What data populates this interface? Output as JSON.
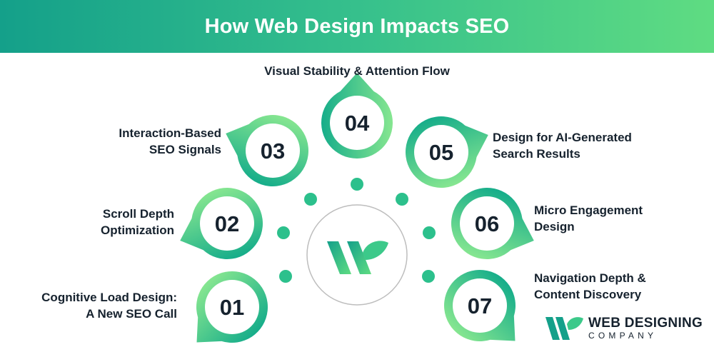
{
  "title": "How Web Design Impacts SEO",
  "colors": {
    "banner_start": "#14a08a",
    "banner_end": "#5fdc82",
    "ring_outer": "#1db58b",
    "ring_inner": "#7be08e",
    "dot": "#2cc08c",
    "text": "#16222e"
  },
  "steps": [
    {
      "number": "01",
      "label": "Cognitive Load Design:\nA New SEO Call"
    },
    {
      "number": "02",
      "label": "Scroll Depth\nOptimization"
    },
    {
      "number": "03",
      "label": "Interaction-Based\nSEO Signals"
    },
    {
      "number": "04",
      "label": "Visual Stability & Attention Flow"
    },
    {
      "number": "05",
      "label": "Design for AI-Generated\nSearch Results"
    },
    {
      "number": "06",
      "label": "Micro Engagement\nDesign"
    },
    {
      "number": "07",
      "label": "Navigation Depth &\nContent Discovery"
    }
  ],
  "brand": {
    "name_line1": "WEB DESIGNING",
    "name_line2": "COMPANY"
  }
}
